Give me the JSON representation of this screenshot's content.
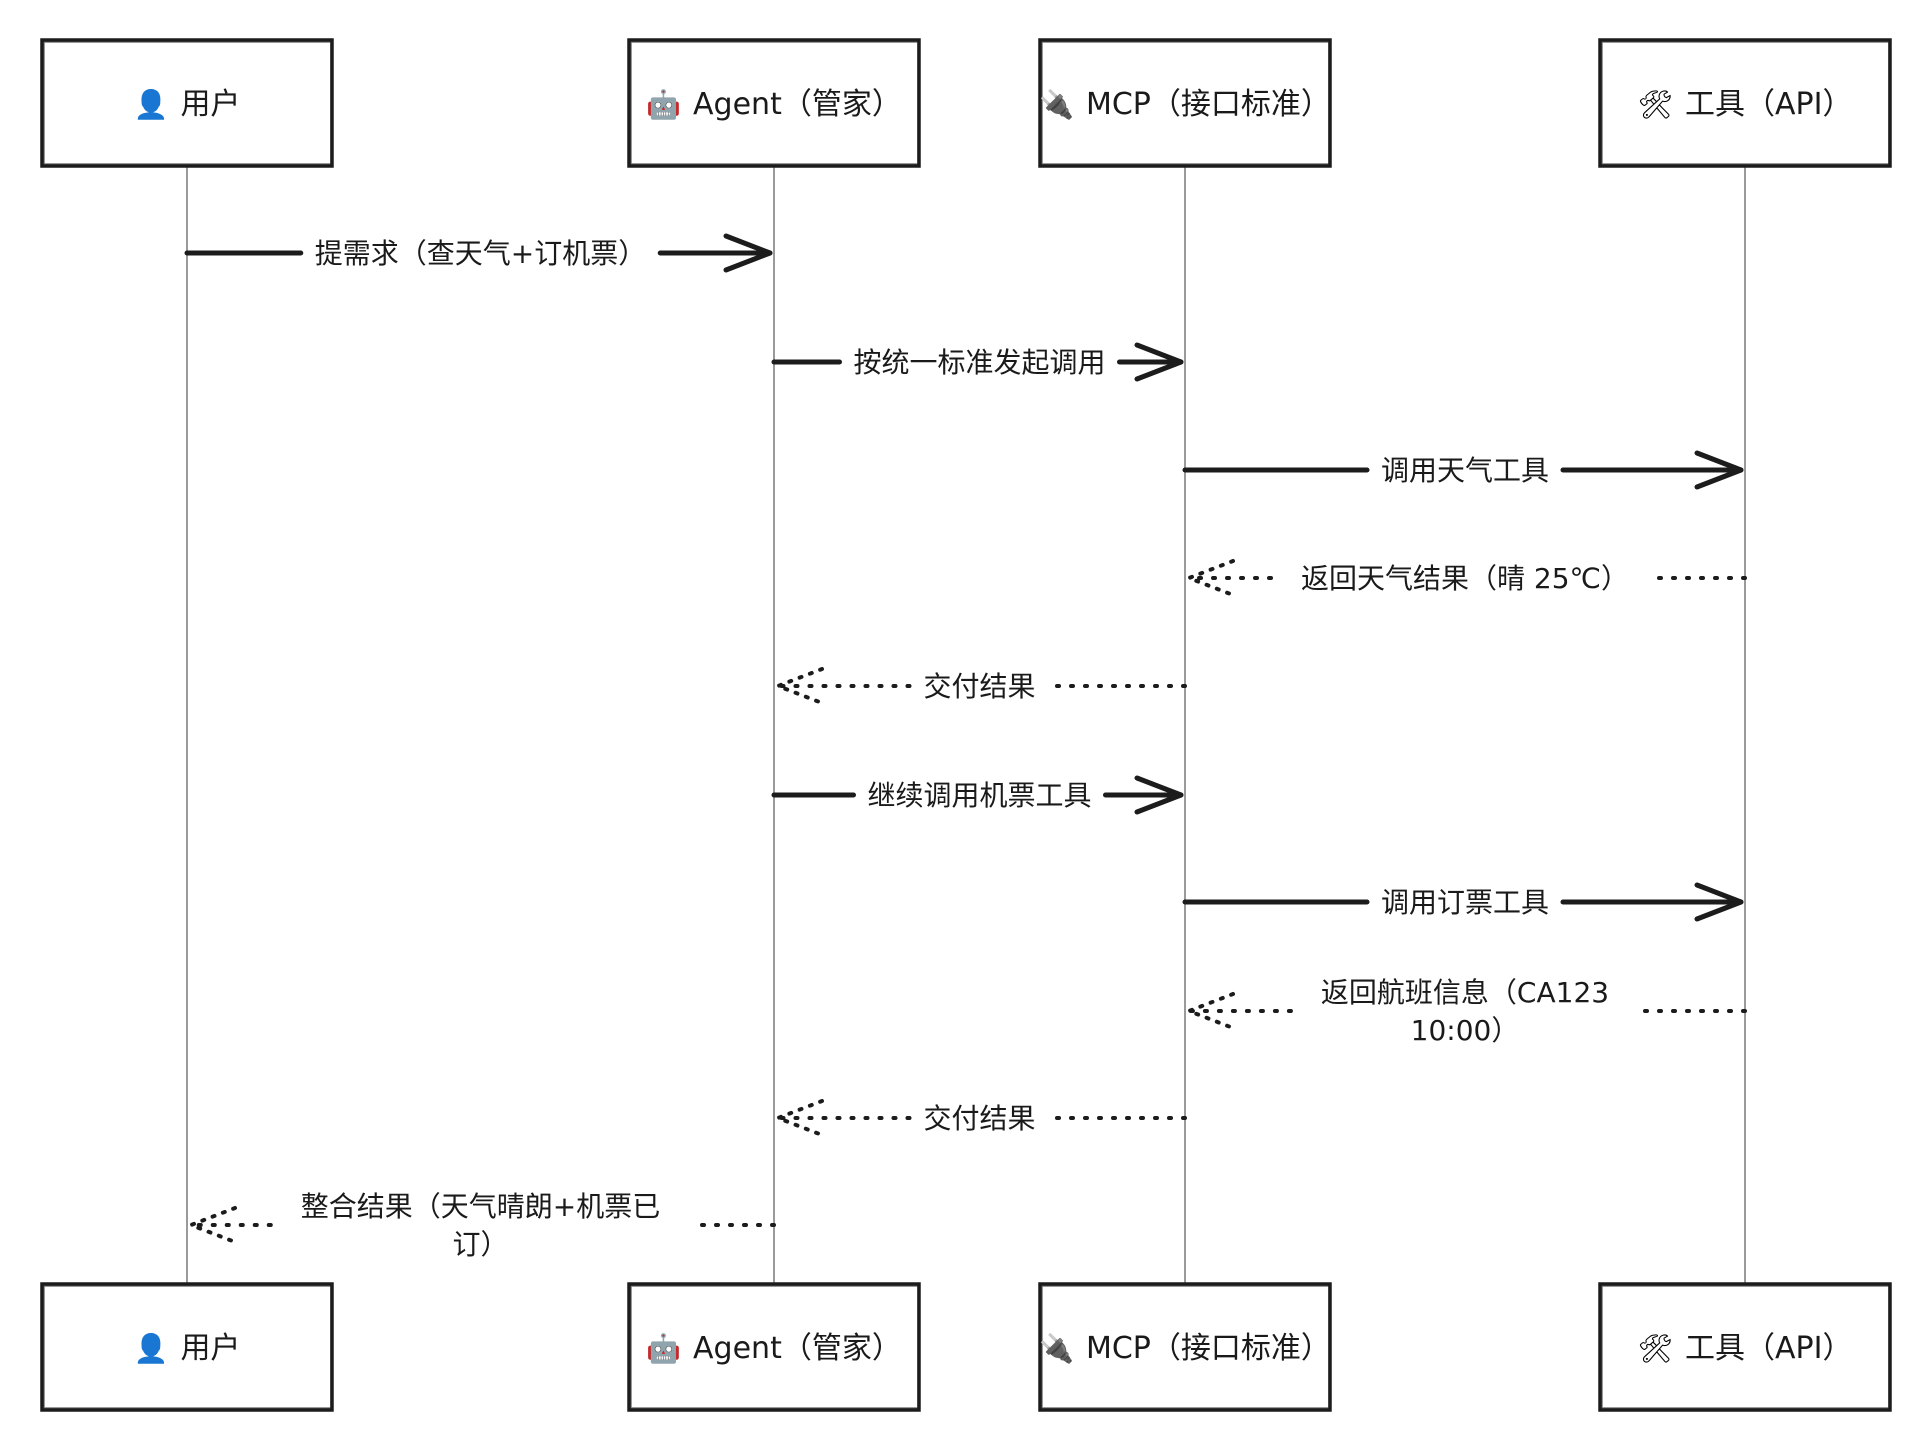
{
  "participants": [
    {
      "id": "user",
      "icon": "👤",
      "label": "用户",
      "icon_name": "user-icon"
    },
    {
      "id": "agent",
      "icon": "🤖",
      "label": "Agent（管家）",
      "icon_name": "robot-icon"
    },
    {
      "id": "mcp",
      "icon": "🔌",
      "label": "MCP（接口标准）",
      "icon_name": "plug-icon"
    },
    {
      "id": "tools",
      "icon": "🛠",
      "label": "工具（API）",
      "icon_name": "tools-icon"
    }
  ],
  "messages": [
    {
      "from": "user",
      "to": "agent",
      "style": "solid",
      "lines": [
        "提需求（查天气+订机票）"
      ]
    },
    {
      "from": "agent",
      "to": "mcp",
      "style": "solid",
      "lines": [
        "按统一标准发起调用"
      ]
    },
    {
      "from": "mcp",
      "to": "tools",
      "style": "solid",
      "lines": [
        "调用天气工具"
      ]
    },
    {
      "from": "tools",
      "to": "mcp",
      "style": "dotted",
      "lines": [
        "返回天气结果（晴 25℃）"
      ]
    },
    {
      "from": "mcp",
      "to": "agent",
      "style": "dotted",
      "lines": [
        "交付结果"
      ]
    },
    {
      "from": "agent",
      "to": "mcp",
      "style": "solid",
      "lines": [
        "继续调用机票工具"
      ]
    },
    {
      "from": "mcp",
      "to": "tools",
      "style": "solid",
      "lines": [
        "调用订票工具"
      ]
    },
    {
      "from": "tools",
      "to": "mcp",
      "style": "dotted",
      "lines": [
        "返回航班信息（CA123",
        "10:00）"
      ]
    },
    {
      "from": "mcp",
      "to": "agent",
      "style": "dotted",
      "lines": [
        "交付结果"
      ]
    },
    {
      "from": "agent",
      "to": "user",
      "style": "dotted",
      "lines": [
        "整合结果（天气晴朗+机票已",
        "订）"
      ]
    }
  ],
  "colors": {
    "ink": "#1c1c1c",
    "lifeline": "#9a9a9a",
    "background": "#ffffff"
  }
}
